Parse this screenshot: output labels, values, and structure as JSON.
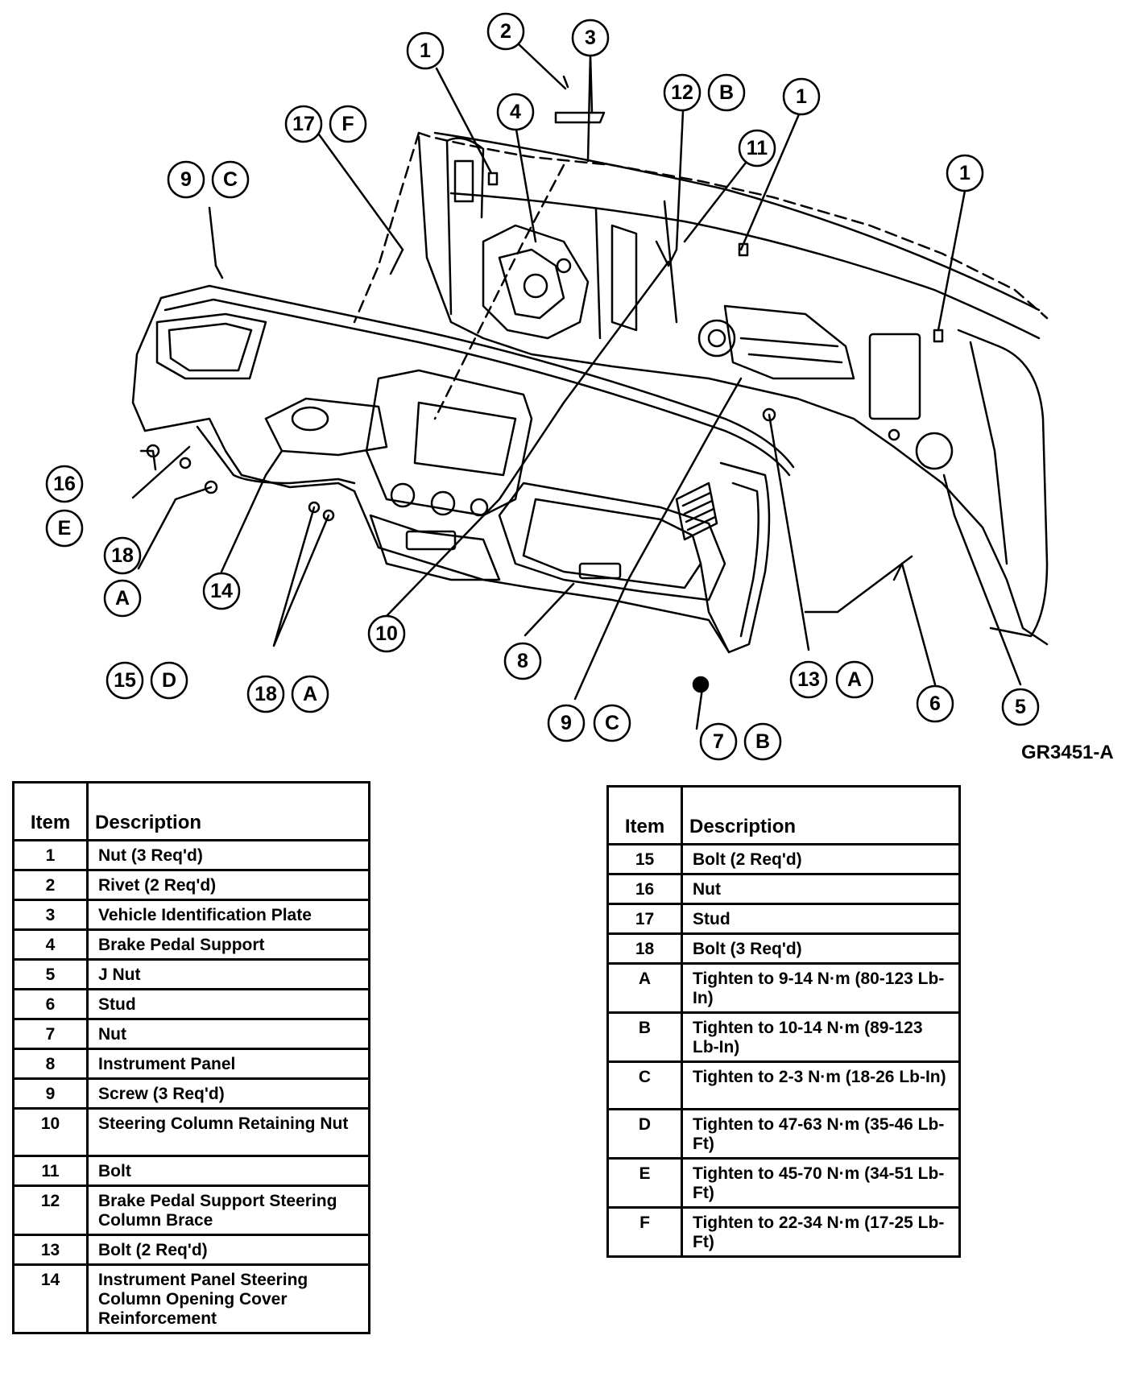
{
  "figure_code": "GR3451-A",
  "callouts": {
    "n1": "1",
    "n2": "2",
    "n3": "3",
    "n4": "4",
    "n5": "5",
    "n6": "6",
    "n7": "7",
    "n8": "8",
    "n9": "9",
    "n10": "10",
    "n11": "11",
    "n12": "12",
    "n13": "13",
    "n14": "14",
    "n15": "15",
    "n16": "16",
    "n17": "17",
    "n18": "18",
    "A": "A",
    "B": "B",
    "C": "C",
    "D": "D",
    "E": "E",
    "F": "F"
  },
  "table_left": {
    "header_item": "Item",
    "header_desc": "Description",
    "rows": [
      {
        "item": "1",
        "desc": "Nut (3 Req'd)"
      },
      {
        "item": "2",
        "desc": "Rivet (2 Req'd)"
      },
      {
        "item": "3",
        "desc": "Vehicle Identification Plate"
      },
      {
        "item": "4",
        "desc": "Brake Pedal Support"
      },
      {
        "item": "5",
        "desc": "J Nut"
      },
      {
        "item": "6",
        "desc": "Stud"
      },
      {
        "item": "7",
        "desc": "Nut"
      },
      {
        "item": "8",
        "desc": "Instrument Panel"
      },
      {
        "item": "9",
        "desc": "Screw (3 Req'd)"
      },
      {
        "item": "10",
        "desc": "Steering Column Retaining Nut"
      },
      {
        "item": "11",
        "desc": "Bolt"
      },
      {
        "item": "12",
        "desc": "Brake Pedal Support Steering Column Brace"
      },
      {
        "item": "13",
        "desc": "Bolt (2 Req'd)"
      },
      {
        "item": "14",
        "desc": "Instrument Panel Steering Column Opening Cover Reinforcement"
      }
    ]
  },
  "table_right": {
    "header_item": "Item",
    "header_desc": "Description",
    "rows": [
      {
        "item": "15",
        "desc": "Bolt (2 Req'd)"
      },
      {
        "item": "16",
        "desc": "Nut"
      },
      {
        "item": "17",
        "desc": "Stud"
      },
      {
        "item": "18",
        "desc": "Bolt (3 Req'd)"
      },
      {
        "item": "A",
        "desc": "Tighten to 9-14 N·m (80-123 Lb-In)"
      },
      {
        "item": "B",
        "desc": "Tighten to 10-14 N·m (89-123 Lb-In)"
      },
      {
        "item": "C",
        "desc": "Tighten to 2-3 N·m (18-26 Lb-In)"
      },
      {
        "item": "D",
        "desc": "Tighten to 47-63 N·m (35-46 Lb-Ft)"
      },
      {
        "item": "E",
        "desc": "Tighten to 45-70 N·m (34-51 Lb-Ft)"
      },
      {
        "item": "F",
        "desc": "Tighten to 22-34 N·m (17-25 Lb-Ft)"
      }
    ]
  }
}
